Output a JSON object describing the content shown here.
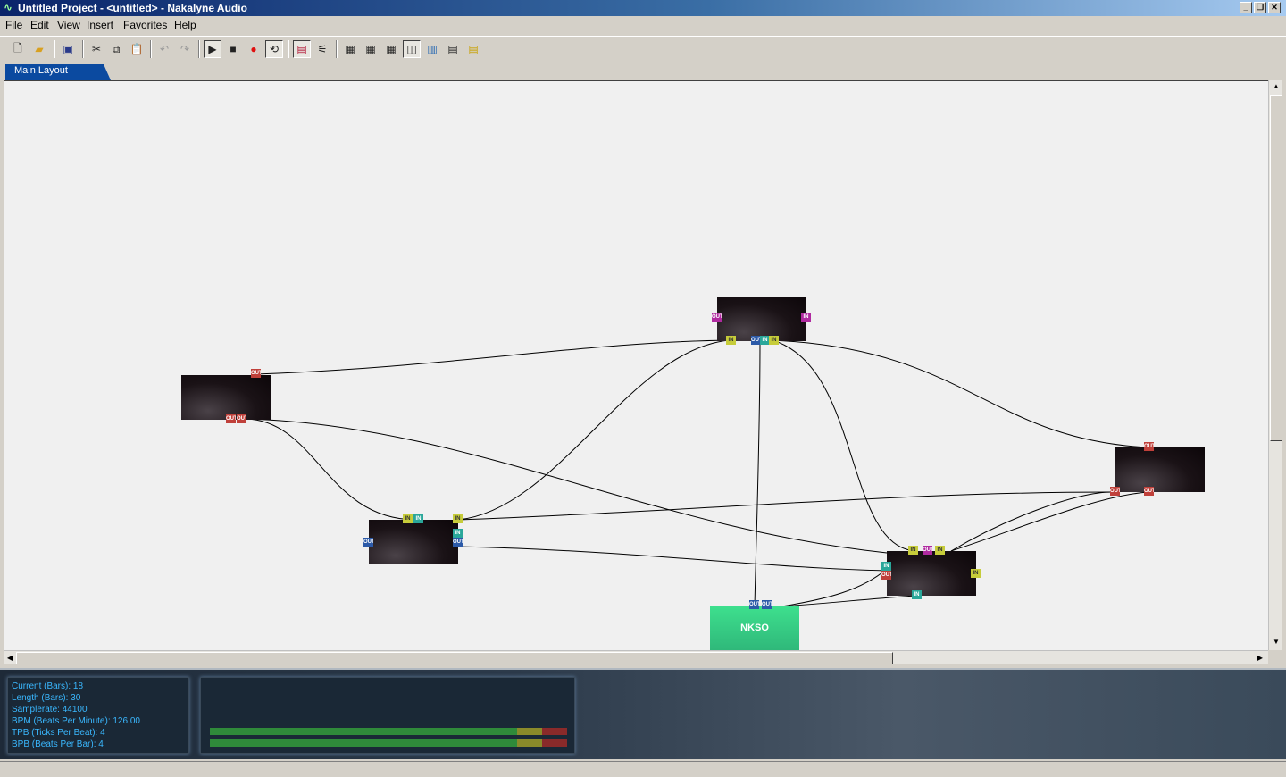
{
  "window": {
    "title": "Untitled Project - <untitled> - Nakalyne Audio",
    "controls": [
      "minimize",
      "restore",
      "close"
    ]
  },
  "menu": [
    "File",
    "Edit",
    "View",
    "Insert",
    "Favorites",
    "Help"
  ],
  "toolbar": {
    "buttons": [
      "new-file",
      "open-folder",
      "save",
      "cut",
      "copy",
      "paste",
      "undo",
      "redo",
      "play",
      "stop",
      "record",
      "loop",
      "mixer",
      "routing",
      "view-1",
      "view-2",
      "view-3",
      "view-4",
      "view-5",
      "view-6",
      "view-7"
    ]
  },
  "tabs": [
    {
      "label": "Main Layout",
      "active": true
    }
  ],
  "graph": {
    "output_node_label": "NKSO",
    "port_labels": {
      "out": "OUT",
      "in": "IN"
    }
  },
  "info": {
    "current_bars": "Current (Bars): 18",
    "length_bars": "Length (Bars): 30",
    "samplerate": "Samplerate: 44100",
    "bpm": "BPM (Beats Per Minute): 126.00",
    "tpb": "TPB (Ticks Per Beat): 4",
    "bpb": "BPB (Beats Per Bar): 4"
  },
  "colors": {
    "info_text": "#3ab8ff",
    "tab_active": "#0b4aa0",
    "output_node": "#3ed48a"
  }
}
